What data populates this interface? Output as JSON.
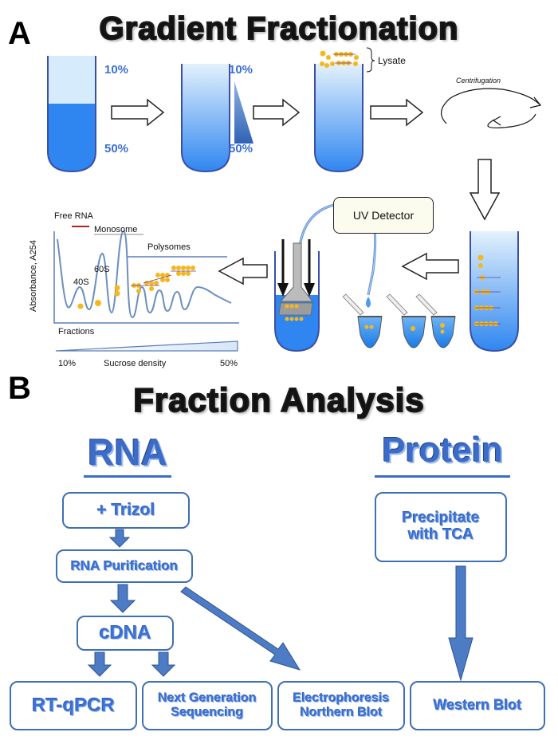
{
  "panel_a": {
    "letter": "A",
    "title": "Gradient Fractionation",
    "pct_10_first": "10%",
    "pct_50_first": "50%",
    "pct_10_second": "10%",
    "pct_50_second": "50%",
    "lysate": "Lysate",
    "centrifugation": "Centrifugation",
    "uv_detector": "UV Detector",
    "free_rna": "Free RNA",
    "monosome": "Monosome",
    "polysomes": "Polysomes",
    "s40": "40S",
    "s60": "60S",
    "ylabel": "Absorbance, A254",
    "xlabel": "Fractions",
    "density_low": "10%",
    "density_label": "Sucrose density",
    "density_high": "50%"
  },
  "panel_b": {
    "letter": "B",
    "title": "Fraction Analysis",
    "rna_header": "RNA",
    "protein_header": "Protein",
    "trizol": "+ Trizol",
    "rna_purification": "RNA Purification",
    "cdna": "cDNA",
    "rt_qpcr": "RT-qPCR",
    "ngs_line1": "Next Generation",
    "ngs_line2": "Sequencing",
    "electro_line1": "Electrophoresis",
    "electro_line2": "Northern Blot",
    "precip_line1": "Precipitate",
    "precip_line2": "with TCA",
    "western": "Western Blot"
  },
  "colors": {
    "gradient_light": "#d6ebfb",
    "gradient_dark": "#2f86f0",
    "box_border": "#3f6fb5",
    "box_text": "#3c72d6",
    "arrow_fill": "#4d7bc4",
    "ribosome": "#f5b81c"
  }
}
